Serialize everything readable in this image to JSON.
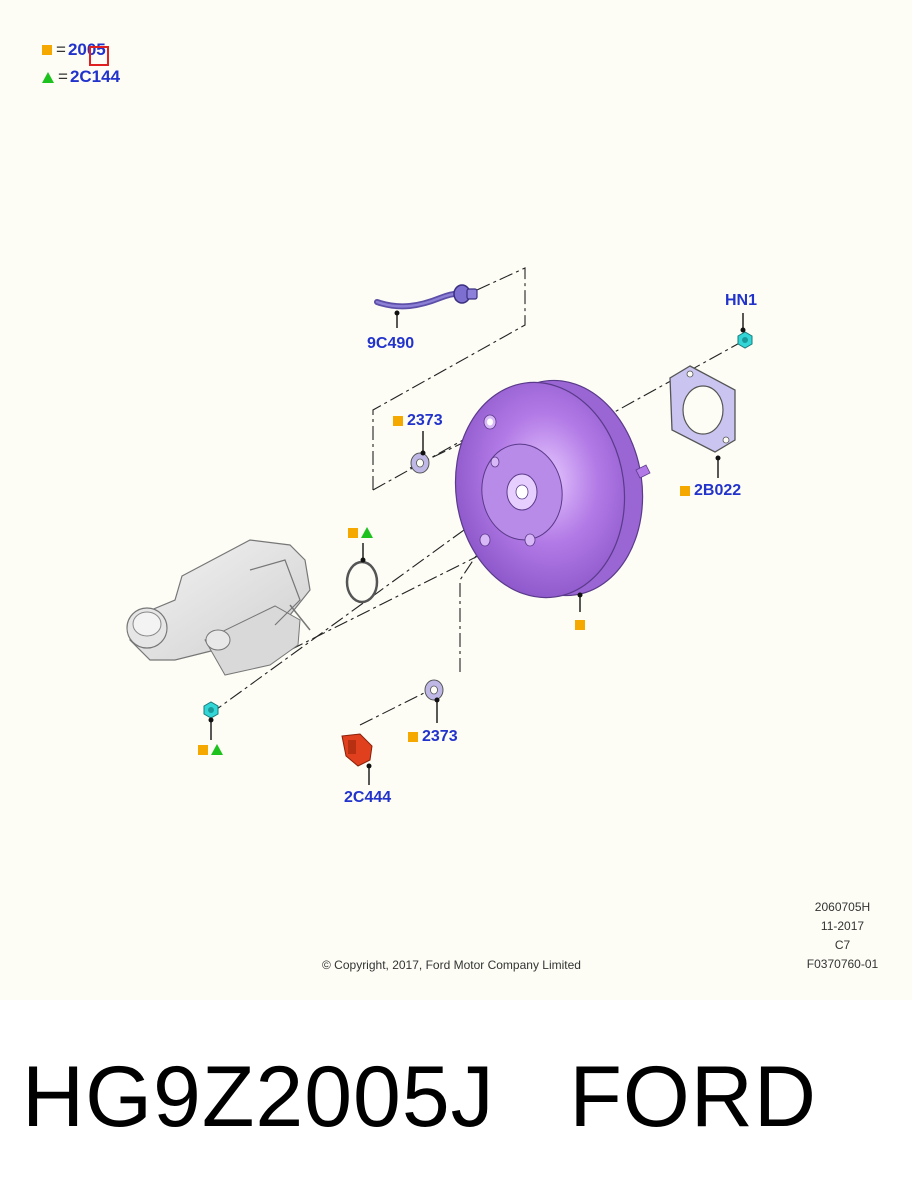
{
  "legend": [
    {
      "symbol": "square",
      "code": "2005"
    },
    {
      "symbol": "triangle",
      "code": "2C144"
    }
  ],
  "callouts": {
    "brake_hose": "9C490",
    "washer_upper": "2373",
    "nut": "HN1",
    "gasket": "2B022",
    "washer_lower": "2373",
    "sensor": "2C444"
  },
  "footer": {
    "copyright": "© Copyright, 2017, Ford Motor Company Limited",
    "ref_lines": [
      "2060705H",
      "11-2017",
      "C7",
      "F0370760-01"
    ]
  },
  "part_title": "HG9Z2005J   FORD",
  "colors": {
    "callout_text": "#2233cc",
    "square": "#f5a800",
    "triangle": "#1ec21e",
    "booster": "#b27ae6",
    "sensor": "#e0401e",
    "nut": "#33d6d6"
  }
}
